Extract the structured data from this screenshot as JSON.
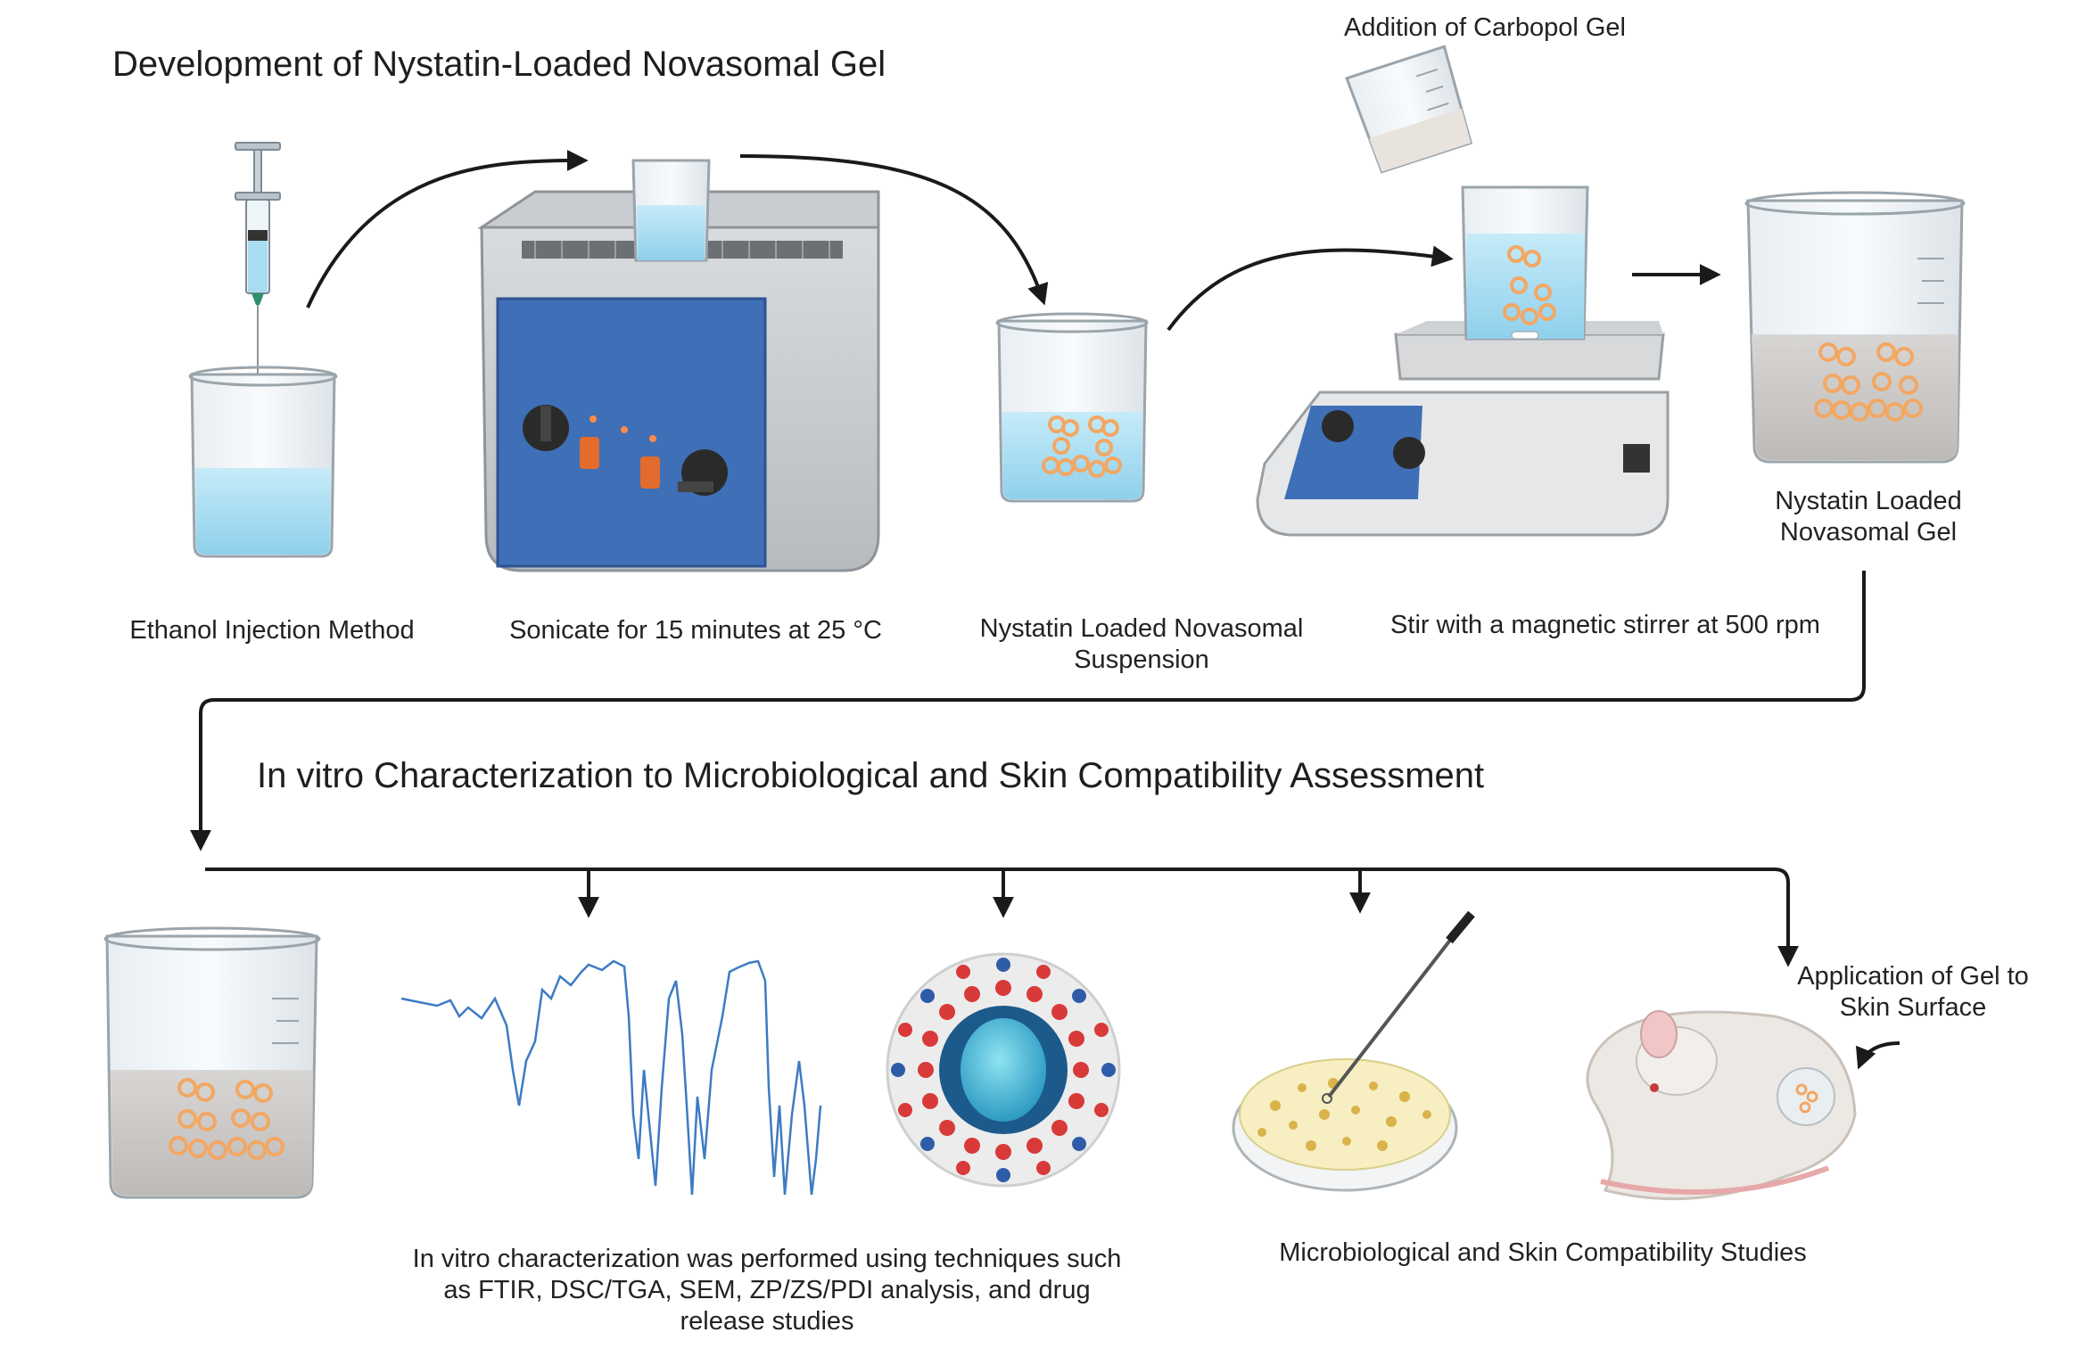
{
  "diagram": {
    "section1_title": "Development of Nystatin-Loaded Novasomal Gel",
    "section2_title": "In vitro Characterization to Microbiological and Skin Compatibility Assessment",
    "steps": {
      "ethanol_injection": "Ethanol Injection Method",
      "sonicate": "Sonicate for 15 minutes at 25 °C",
      "suspension": "Nystatin Loaded Novasomal Suspension",
      "carbopol": "Addition of Carbopol Gel",
      "stir": "Stir with a magnetic stirrer at 500 rpm",
      "gel": "Nystatin Loaded Novasomal Gel"
    },
    "assessment": {
      "in_vitro": "In vitro characterization was performed using techniques such as FTIR, DSC/TGA, SEM, ZP/ZS/PDI analysis, and drug release studies",
      "micro_skin": "Microbiological and Skin Compatibility Studies",
      "application": "Application of Gel to Skin Surface"
    }
  },
  "colors": {
    "arrow": "#1a1a1a",
    "liquid_blue": "#a9dcf0",
    "vesicle_orange": "#f3a763",
    "device_blue": "#3f6fb6",
    "spectrum_line": "#3d7bc4",
    "gel_gray": "#c9c9c9"
  },
  "icons": [
    "syringe-icon",
    "beaker-icon",
    "ultrasonic-bath-icon",
    "magnetic-stirrer-icon",
    "measuring-cup-icon",
    "ftir-spectrum-icon",
    "novasome-cross-section-icon",
    "petri-dish-icon",
    "rat-icon"
  ]
}
